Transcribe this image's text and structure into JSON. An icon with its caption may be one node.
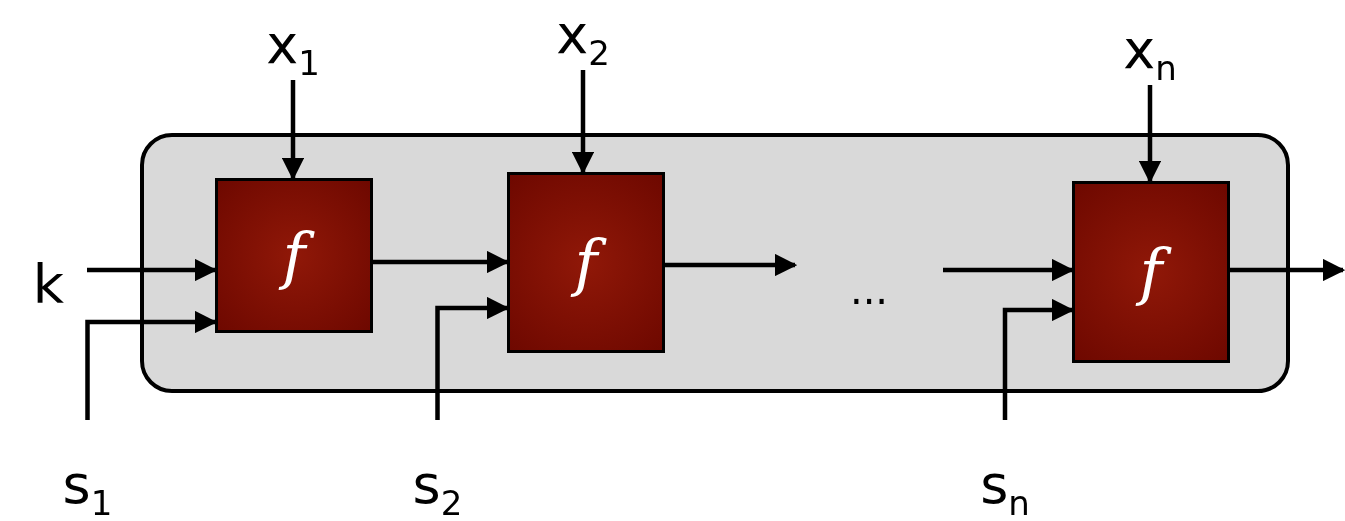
{
  "diagram": {
    "nodes": [
      {
        "text": [],
        "shape": "box"
      },
      {
        "text": [
          "f"
        ],
        "in": 0
      },
      {
        "text": [
          "f"
        ],
        "in": 0
      },
      {
        "text": [
          "f"
        ],
        "in": 0
      },
      {
        "text": [
          "x$_{1}$"
        ]
      },
      {
        "text": [
          "x$_{2}$"
        ]
      },
      {
        "text": [
          "x$_{n}$"
        ]
      },
      {
        "text": [
          "k"
        ]
      },
      {
        "text": [
          "s$_{1}$"
        ]
      },
      {
        "text": [
          "s$_{2}$"
        ]
      },
      {
        "text": [
          "s$_{n}$"
        ]
      },
      {
        "text": [
          "..."
        ],
        "in": 0
      }
    ],
    "edges": [
      {
        "from": 4,
        "to": 1,
        "arrow": "to"
      },
      {
        "from": 5,
        "to": 2,
        "arrow": "to"
      },
      {
        "from": 6,
        "to": 3,
        "arrow": "to"
      },
      {
        "from": 7,
        "to": 1,
        "arrow": "to"
      },
      {
        "from": 8,
        "to": 1,
        "arrow": "to"
      },
      {
        "from": 1,
        "to": 2,
        "arrow": "to"
      },
      {
        "from": 9,
        "to": 2,
        "arrow": "to"
      },
      {
        "from": 2,
        "to": 11,
        "arrow": "to"
      },
      {
        "from": 11,
        "to": 3,
        "arrow": "to"
      },
      {
        "from": 10,
        "to": 3,
        "arrow": "to"
      },
      {
        "from": 3,
        "to": null,
        "arrow": "to"
      }
    ]
  }
}
